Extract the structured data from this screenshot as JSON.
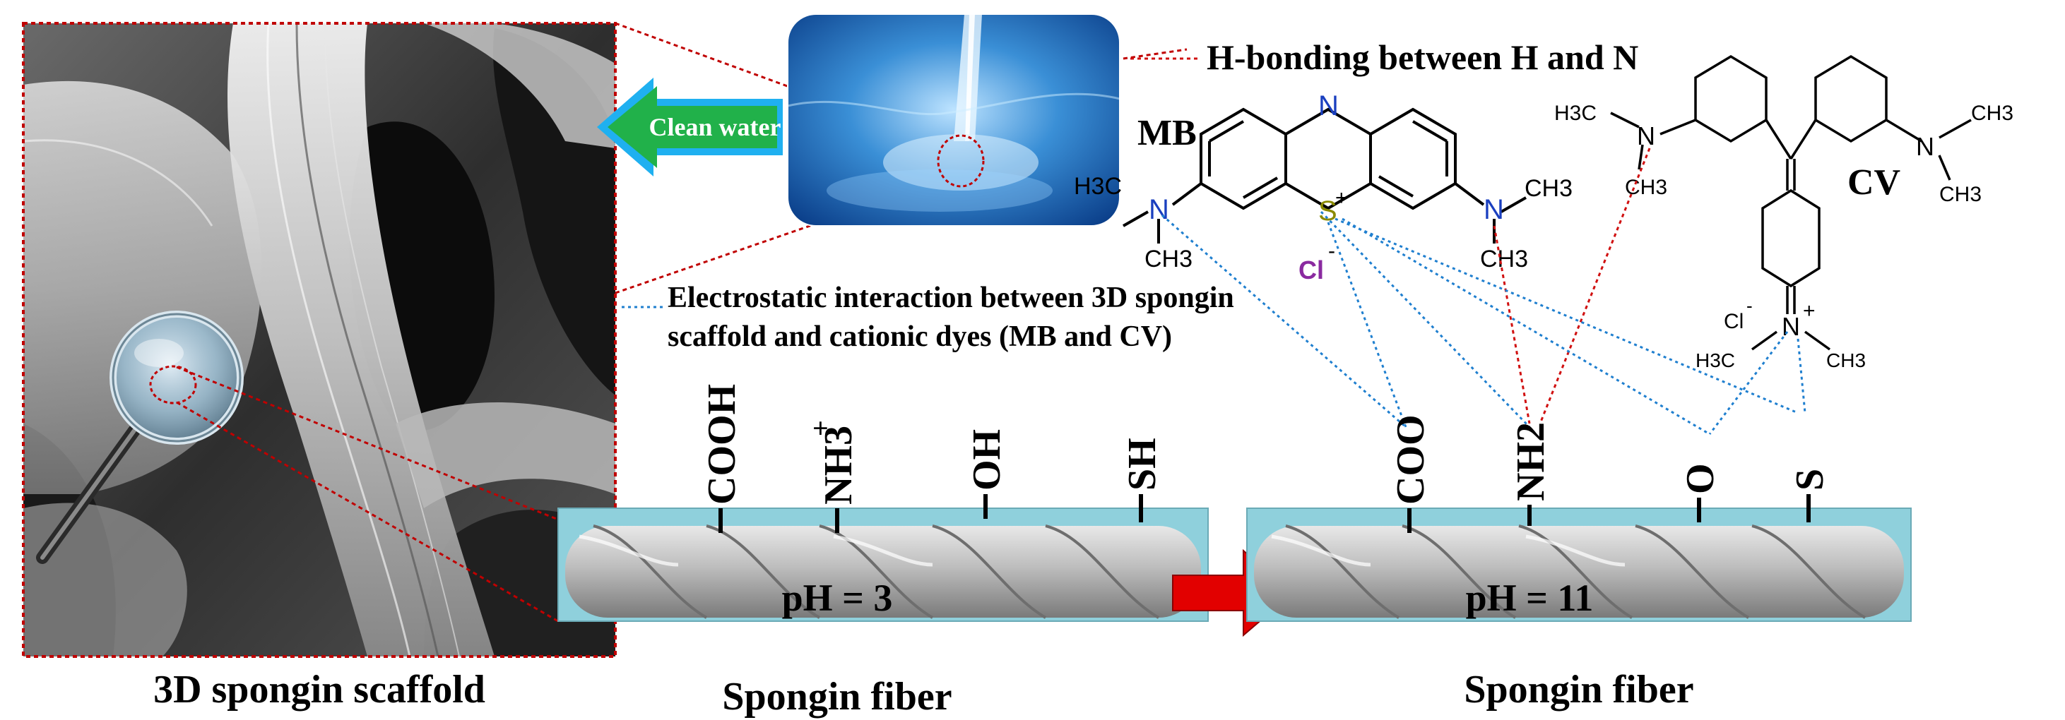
{
  "sem_caption": "3D spongin scaffold",
  "fiber_left": {
    "caption": "Spongin fiber",
    "ph": "pH = 3",
    "groups": [
      "COOH",
      "NH3",
      "OH",
      "SH"
    ],
    "charge": "+"
  },
  "fiber_right": {
    "caption": "Spongin fiber",
    "ph": "pH = 11",
    "groups": [
      "COO",
      "NH2",
      "O",
      "S"
    ]
  },
  "arrow_label": "Clean water",
  "hbond_label": "H-bonding between H and N",
  "electro_label_line1": "Electrostatic interaction between 3D spongin",
  "electro_label_line2": "scaffold and cationic dyes (MB and CV)",
  "mb": {
    "name": "MB",
    "left_amine": "H3C",
    "n_label": "N",
    "s_label": "S",
    "s_charge": "+",
    "cl": "Cl",
    "cl_charge": "-",
    "right_methyl": "CH3",
    "bottom_methyl": "CH3"
  },
  "cv": {
    "name": "CV",
    "nme2_left": "H3C",
    "nme2_left_b": "CH3",
    "right_methyl_top": "CH3",
    "right_methyl_bot": "CH3",
    "n_label": "N",
    "n_charge": "+",
    "cl": "Cl",
    "cl_charge": "-",
    "bottom_left": "H3C",
    "bottom_right": "CH3"
  },
  "colors": {
    "sem_border": "#c00000",
    "hbond": "#d01010",
    "electro": "#1f7fcf",
    "arrow_green": "#21b14a",
    "arrow_blue": "#1fb0f0",
    "red_arrow": "#e20000",
    "fiber_bg": "#8fd0dc",
    "n_blue": "#1a3fbf",
    "cl_purple": "#8a2aa0",
    "s_olive": "#8a8a00"
  }
}
